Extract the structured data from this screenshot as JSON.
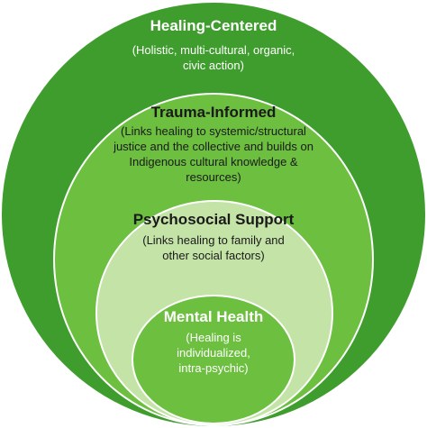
{
  "colors": {
    "outer_ring": "#3f9d2e",
    "second_ring": "#6cbf3f",
    "third_ring": "#c4e3a7",
    "inner_circle": "#6cbf3f",
    "light_text": "#ffffff",
    "dark_text": "#1a1a1a"
  },
  "layers": {
    "healing_centered": {
      "title": "Healing-Centered",
      "desc_lines": [
        "(Holistic, multi-cultural, organic,",
        "civic action)"
      ]
    },
    "trauma_informed": {
      "title": "Trauma-Informed",
      "desc_lines": [
        "(Links healing to systemic/structural",
        "justice and the collective and builds on",
        "Indigenous cultural knowledge &",
        "resources)"
      ]
    },
    "psychosocial_support": {
      "title": "Psychosocial Support",
      "desc_lines": [
        "(Links healing to family and",
        "other social factors)"
      ]
    },
    "mental_health": {
      "title": "Mental Health",
      "desc_lines": [
        "(Healing is",
        "individualized,",
        "intra-psychic)"
      ]
    }
  }
}
